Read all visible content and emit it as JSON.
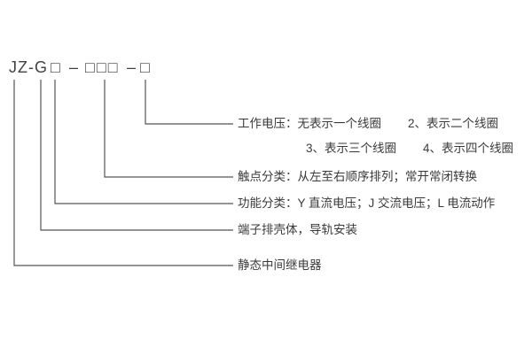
{
  "diagram": {
    "model": {
      "prefix": "JZ-G",
      "box_function": "□",
      "dash1": "–",
      "box_contacts": "□□□",
      "dash2": "–",
      "box_voltage": "□"
    },
    "labels": {
      "voltage_l1a": "工作电压：无表示一个线圈",
      "voltage_l1b": "2、表示二个线圈",
      "voltage_l2a": "3、表示三个线圈",
      "voltage_l2b": "4、表示四个线圈",
      "contacts": "触点分类：从左至右顺序排列；常开常闭转换",
      "function": "功能分类：Y 直流电压；J 交流电压；L 电流动作",
      "housing": "端子排壳体，导轨安装",
      "relay_type": "静态中间继电器"
    },
    "line_color": "#555555"
  }
}
